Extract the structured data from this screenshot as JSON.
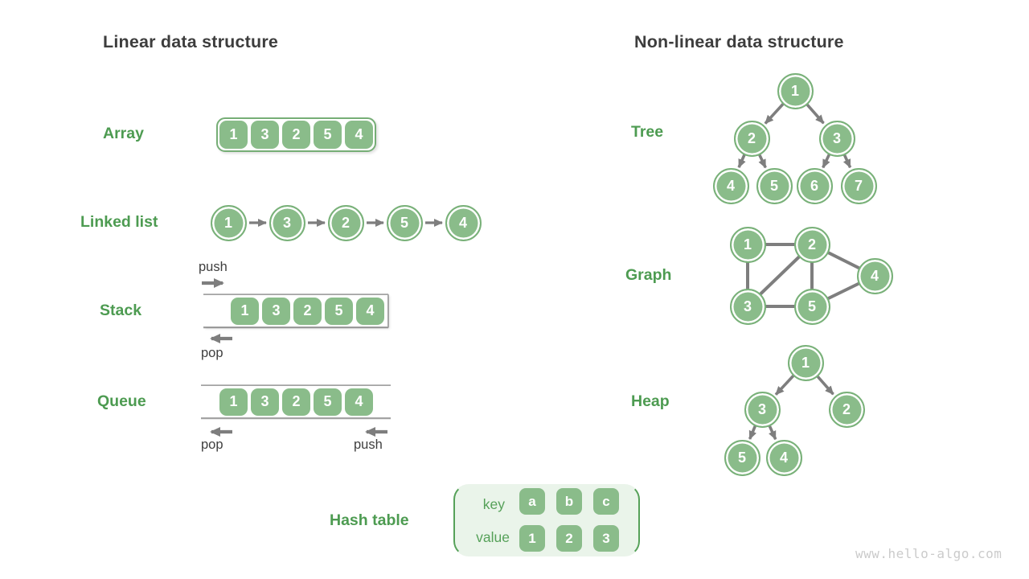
{
  "titles": {
    "linear": "Linear data structure",
    "nonlinear": "Non-linear data structure"
  },
  "watermark": "www.hello-algo.com",
  "colors": {
    "label_green": "#4d9b51",
    "node_fill_green": "#8abc8a",
    "node_ring_green": "#79b179",
    "hash_bg_green": "#eaf4ea",
    "hash_accent_green": "#56a159",
    "title_gray": "#3d3d3d",
    "connector_gray": "#7e7e7e",
    "watermark_gray": "#cbcbcb"
  },
  "array": {
    "label": "Array",
    "values": [
      "1",
      "3",
      "2",
      "5",
      "4"
    ]
  },
  "linked_list": {
    "label": "Linked list",
    "values": [
      "1",
      "3",
      "2",
      "5",
      "4"
    ]
  },
  "stack": {
    "label": "Stack",
    "values": [
      "1",
      "3",
      "2",
      "5",
      "4"
    ],
    "push_label": "push",
    "pop_label": "pop"
  },
  "queue": {
    "label": "Queue",
    "values": [
      "1",
      "3",
      "2",
      "5",
      "4"
    ],
    "push_label": "push",
    "pop_label": "pop"
  },
  "hash_table": {
    "label": "Hash table",
    "key_label": "key",
    "value_label": "value",
    "keys": [
      "a",
      "b",
      "c"
    ],
    "values": [
      "1",
      "2",
      "3"
    ]
  },
  "tree": {
    "label": "Tree",
    "values": [
      "1",
      "2",
      "3",
      "4",
      "5",
      "6",
      "7"
    ],
    "edges": [
      [
        0,
        1
      ],
      [
        0,
        2
      ],
      [
        1,
        3
      ],
      [
        1,
        4
      ],
      [
        2,
        5
      ],
      [
        2,
        6
      ]
    ]
  },
  "graph": {
    "label": "Graph",
    "values": [
      "1",
      "2",
      "3",
      "5",
      "4"
    ],
    "edges": [
      [
        0,
        1
      ],
      [
        0,
        2
      ],
      [
        1,
        2
      ],
      [
        1,
        3
      ],
      [
        1,
        4
      ],
      [
        2,
        3
      ],
      [
        3,
        4
      ]
    ]
  },
  "heap": {
    "label": "Heap",
    "values": [
      "1",
      "3",
      "2",
      "5",
      "4"
    ],
    "edges": [
      [
        0,
        1
      ],
      [
        0,
        2
      ],
      [
        1,
        3
      ],
      [
        1,
        4
      ]
    ]
  }
}
